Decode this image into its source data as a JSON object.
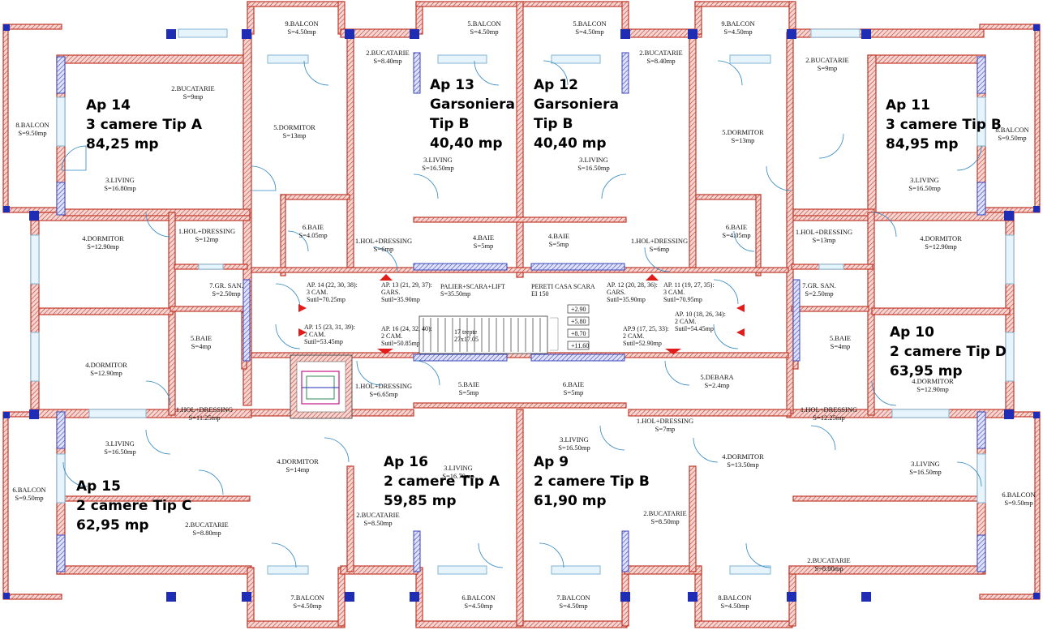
{
  "apartments": [
    {
      "id": "ap14",
      "lines": [
        "Ap 14",
        "3 camere Tip A",
        "84,25 mp"
      ]
    },
    {
      "id": "ap13",
      "lines": [
        "Ap 13",
        "Garsoniera",
        "Tip B",
        "40,40 mp"
      ]
    },
    {
      "id": "ap12",
      "lines": [
        "Ap 12",
        "Garsoniera",
        "Tip B",
        "40,40 mp"
      ]
    },
    {
      "id": "ap11",
      "lines": [
        "Ap 11",
        "3 camere Tip B",
        "84,95 mp"
      ]
    },
    {
      "id": "ap10",
      "lines": [
        "Ap 10",
        "2 camere Tip D",
        "63,95 mp"
      ]
    },
    {
      "id": "ap15",
      "lines": [
        "Ap 15",
        "2 camere Tip C",
        "62,95 mp"
      ]
    },
    {
      "id": "ap16",
      "lines": [
        "Ap 16",
        "2 camere Tip A",
        "59,85 mp"
      ]
    },
    {
      "id": "ap9",
      "lines": [
        "Ap 9",
        "2 camere Tip B",
        "61,90 mp"
      ]
    }
  ],
  "rooms": [
    {
      "n": "9.BALCON",
      "s": "S=4.50mp"
    },
    {
      "n": "5.BALCON",
      "s": "S=4.50mp"
    },
    {
      "n": "5.BALCON",
      "s": "S=4.50mp"
    },
    {
      "n": "9.BALCON",
      "s": "S=4.50mp"
    },
    {
      "n": "2.BUCATARIE",
      "s": "S=8.40mp"
    },
    {
      "n": "2.BUCATARIE",
      "s": "S=8.40mp"
    },
    {
      "n": "2.BUCATARIE",
      "s": "S=9mp"
    },
    {
      "n": "2.BUCATARIE",
      "s": "S=9mp"
    },
    {
      "n": "8.BALCON",
      "s": "S=9.50mp"
    },
    {
      "n": "8.BALCON",
      "s": "S=9.50mp"
    },
    {
      "n": "5.DORMITOR",
      "s": "S=13mp"
    },
    {
      "n": "5.DORMITOR",
      "s": "S=13mp"
    },
    {
      "n": "3.LIVING",
      "s": "S=16.80mp"
    },
    {
      "n": "3.LIVING",
      "s": "S=16.50mp"
    },
    {
      "n": "3.LIVING",
      "s": "S=16.50mp"
    },
    {
      "n": "3.LIVING",
      "s": "S=16.50mp"
    },
    {
      "n": "6.BAIE",
      "s": "S=4.05mp"
    },
    {
      "n": "6.BAIE",
      "s": "S=4.05mp"
    },
    {
      "n": "1.HOL+DRESSING",
      "s": "S=12mp"
    },
    {
      "n": "1.HOL+DRESSING",
      "s": "S=6mp"
    },
    {
      "n": "1.HOL+DRESSING",
      "s": "S=6mp"
    },
    {
      "n": "1.HOL+DRESSING",
      "s": "S=13mp"
    },
    {
      "n": "4.BAIE",
      "s": "S=5mp"
    },
    {
      "n": "4.BAIE",
      "s": "S=5mp"
    },
    {
      "n": "4.DORMITOR",
      "s": "S=12.90mp"
    },
    {
      "n": "4.DORMITOR",
      "s": "S=12.90mp"
    },
    {
      "n": "7.GR. SAN.",
      "s": "S=2.50mp"
    },
    {
      "n": "7.GR. SAN.",
      "s": "S=2.50mp"
    },
    {
      "n": "5.BAIE",
      "s": "S=4mp"
    },
    {
      "n": "5.BAIE",
      "s": "S=4mp"
    },
    {
      "n": "4.DORMITOR",
      "s": "S=12.90mp"
    },
    {
      "n": "4.DORMITOR",
      "s": "S=12.90mp"
    },
    {
      "n": "1.HOL+DRESSING",
      "s": "S=6.65mp"
    },
    {
      "n": "5.BAIE",
      "s": "S=5mp"
    },
    {
      "n": "6.BAIE",
      "s": "S=5mp"
    },
    {
      "n": "5.DEBARA",
      "s": "S=2.4mp"
    },
    {
      "n": "1.HOL+DRESSING",
      "s": "S=11.25mp"
    },
    {
      "n": "1.HOL+DRESSING",
      "s": "S=12.25mp"
    },
    {
      "n": "1.HOL+DRESSING",
      "s": "S=7mp"
    },
    {
      "n": "3.LIVING",
      "s": "S=16.50mp"
    },
    {
      "n": "3.LIVING",
      "s": "S=16.50mp"
    },
    {
      "n": "3.LIVING",
      "s": "S=16.70mp"
    },
    {
      "n": "3.LIVING",
      "s": "S=16.50mp"
    },
    {
      "n": "4.DORMITOR",
      "s": "S=14mp"
    },
    {
      "n": "4.DORMITOR",
      "s": "S=13.50mp"
    },
    {
      "n": "6.BALCON",
      "s": "S=9.50mp"
    },
    {
      "n": "6.BALCON",
      "s": "S=9.50mp"
    },
    {
      "n": "2.BUCATARIE",
      "s": "S=8.80mp"
    },
    {
      "n": "2.BUCATARIE",
      "s": "S=8.50mp"
    },
    {
      "n": "2.BUCATARIE",
      "s": "S=8.50mp"
    },
    {
      "n": "2.BUCATARIE",
      "s": "S=8.80mp"
    },
    {
      "n": "7.BALCON",
      "s": "S=4.50mp"
    },
    {
      "n": "6.BALCON",
      "s": "S=4.50mp"
    },
    {
      "n": "7.BALCON",
      "s": "S=4.50mp"
    },
    {
      "n": "8.BALCON",
      "s": "S=4.50mp"
    }
  ],
  "notes": [
    [
      "AP. 14 (22, 30, 38):",
      "3 CAM.",
      "Sutil=70.25mp"
    ],
    [
      "AP. 13 (21, 29, 37):",
      "GARS.",
      "Sutil=35.90mp"
    ],
    [
      "PALIER+SCARA+LIFT",
      "S=35.50mp"
    ],
    [
      "PERETI CASA SCARA",
      "EI 150"
    ],
    [
      "AP. 12 (20, 28, 36):",
      "GARS.",
      "Sutil=35.90mp"
    ],
    [
      "AP. 11 (19, 27, 35):",
      "3 CAM.",
      "Sutil=70.95mp"
    ],
    [
      "AP. 15 (23, 31, 39):",
      "2 CAM.",
      "Sutil=53.45mp"
    ],
    [
      "AP. 16 (24, 32, 40):",
      "2 CAM.",
      "Sutil=50.85mp"
    ],
    [
      "AP.9 (17, 25, 33):",
      "2 CAM.",
      "Sutil=52.90mp"
    ],
    [
      "AP. 10 (18, 26, 34):",
      "2 CAM.",
      "Sutil=54.45mp"
    ]
  ],
  "stairs": {
    "label": [
      "17 trepte",
      "27x17.05"
    ],
    "levels": [
      "+2.90",
      "+5.80",
      "+8.70",
      "+11.60"
    ]
  }
}
